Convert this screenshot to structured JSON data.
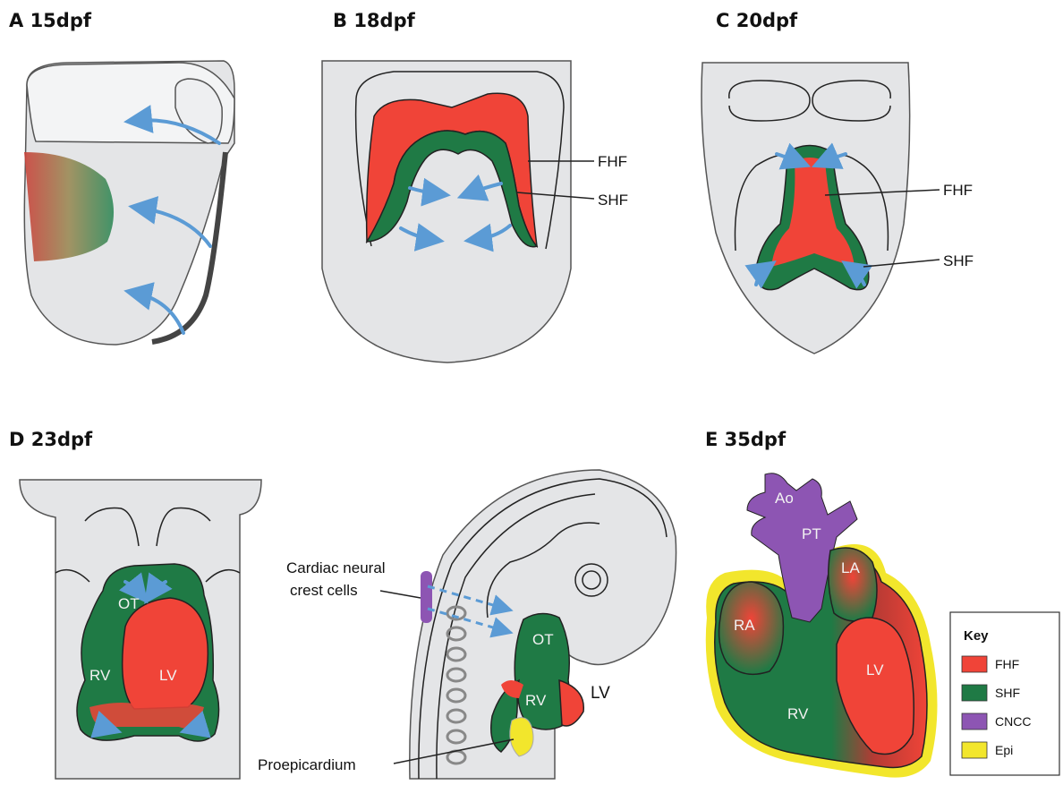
{
  "panels": {
    "a": {
      "title": "A 15dpf"
    },
    "b": {
      "title": "B 18dpf",
      "fhf": "FHF",
      "shf": "SHF"
    },
    "c": {
      "title": "C 20dpf",
      "fhf": "FHF",
      "shf": "SHF"
    },
    "d": {
      "title": "D 23dpf",
      "ot": "OT",
      "rv": "RV",
      "lv": "LV",
      "ot2": "OT",
      "rv2": "RV",
      "lv2": "LV",
      "cncc_line1": "Cardiac neural",
      "cncc_line2": "crest cells",
      "proepicardium": "Proepicardium"
    },
    "e": {
      "title": "E 35dpf",
      "ao": "Ao",
      "pt": "PT",
      "la": "LA",
      "ra": "RA",
      "lv": "LV",
      "rv": "RV"
    }
  },
  "key": {
    "title": "Key",
    "items": [
      {
        "label": "FHF",
        "color": "#f04438"
      },
      {
        "label": "SHF",
        "color": "#1f7a45"
      },
      {
        "label": "CNCC",
        "color": "#8d55b3"
      },
      {
        "label": "Epi",
        "color": "#f2e62c"
      }
    ]
  }
}
